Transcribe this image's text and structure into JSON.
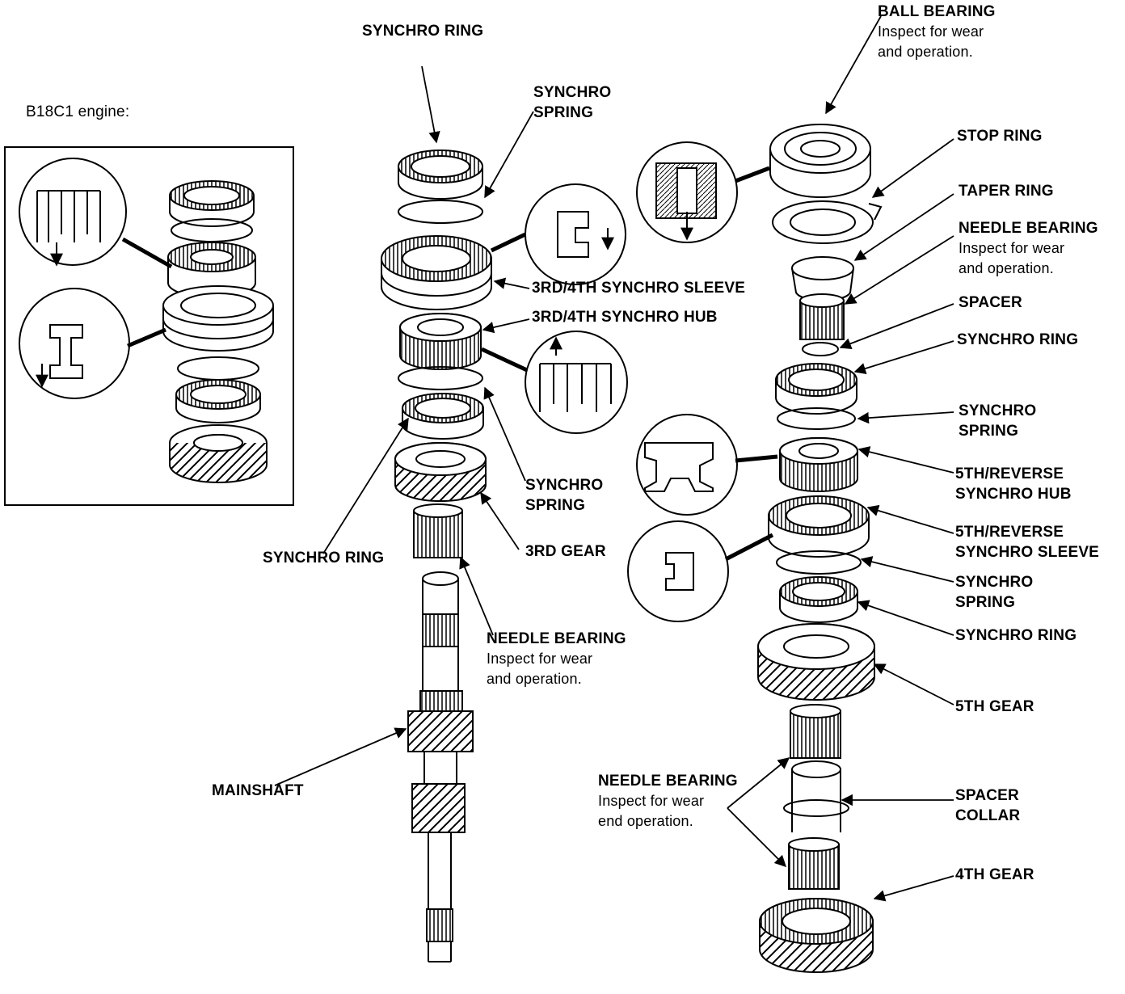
{
  "labels": {
    "engine_note": "B18C1 engine:",
    "mid_synchro_ring_top": "SYNCHRO RING",
    "mid_synchro_spring_top": [
      "SYNCHRO",
      "SPRING"
    ],
    "sleeve_34": "3RD/4TH SYNCHRO SLEEVE",
    "hub_34": "3RD/4TH SYNCHRO HUB",
    "mid_synchro_spring_low": [
      "SYNCHRO",
      "SPRING"
    ],
    "mid_synchro_ring_low": "SYNCHRO RING",
    "gear_3rd": "3RD GEAR",
    "mid_needle_bearing": {
      "title": "NEEDLE BEARING",
      "note": [
        "Inspect for wear",
        "and operation."
      ]
    },
    "mainshaft": "MAINSHAFT",
    "ball_bearing": {
      "title": "BALL BEARING",
      "note": [
        "Inspect for wear",
        "and operation."
      ]
    },
    "stop_ring": "STOP RING",
    "taper_ring": "TAPER RING",
    "right_needle_bearing": {
      "title": "NEEDLE BEARING",
      "note": [
        "Inspect for wear",
        "and operation."
      ]
    },
    "spacer": "SPACER",
    "right_synchro_ring_top": "SYNCHRO RING",
    "right_synchro_spring_top": [
      "SYNCHRO",
      "SPRING"
    ],
    "hub_5r": [
      "5TH/REVERSE",
      "SYNCHRO HUB"
    ],
    "sleeve_5r": [
      "5TH/REVERSE",
      "SYNCHRO SLEEVE"
    ],
    "right_synchro_spring_low": [
      "SYNCHRO",
      "SPRING"
    ],
    "right_synchro_ring_low": "SYNCHRO RING",
    "gear_5th": "5TH GEAR",
    "lower_needle_bearing": {
      "title": "NEEDLE BEARING",
      "note": [
        "Inspect for wear",
        "end operation."
      ]
    },
    "spacer_collar": [
      "SPACER",
      "COLLAR"
    ],
    "gear_4th": "4TH GEAR"
  }
}
